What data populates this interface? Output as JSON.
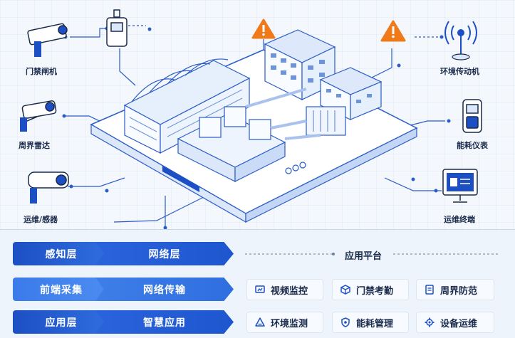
{
  "devices": {
    "access_gate": "门禁闸机",
    "perimeter_radar": "周界雷达",
    "ops_sensor": "运维/感器",
    "env_drive": "环境传动机",
    "energy_meter": "能耗仪表",
    "ops_terminal": "运维终端"
  },
  "layers": {
    "perception": "感知层",
    "network": "网络层",
    "frontend": "前端采集",
    "transmission": "网络传输",
    "application": "应用层",
    "smart_app": "智慧应用"
  },
  "platform": {
    "title": "应用平台",
    "apps": [
      {
        "label": "视频监控",
        "icon": "video-monitor-icon"
      },
      {
        "label": "门禁考勤",
        "icon": "box-icon"
      },
      {
        "label": "周界防范",
        "icon": "document-icon"
      },
      {
        "label": "环境监测",
        "icon": "environment-icon"
      },
      {
        "label": "能耗管理",
        "icon": "shield-icon"
      },
      {
        "label": "设备运维",
        "icon": "gear-icon"
      }
    ]
  },
  "colors": {
    "primary": "#1d4fc4",
    "accent": "#2f6ee0",
    "warning": "#f07a1a",
    "line": "#2a5cc8"
  }
}
